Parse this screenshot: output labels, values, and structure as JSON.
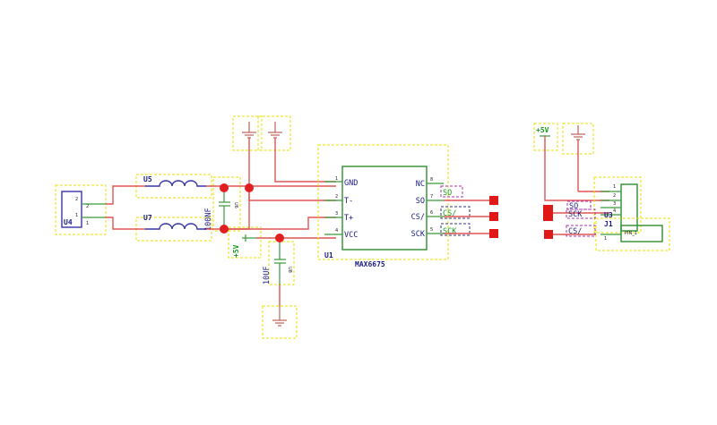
{
  "components": {
    "u1": {
      "ref": "U1",
      "value": "MAX6675",
      "pins": [
        {
          "num": "1",
          "name": "GND"
        },
        {
          "num": "2",
          "name": "T-"
        },
        {
          "num": "3",
          "name": "T+"
        },
        {
          "num": "4",
          "name": "VCC"
        },
        {
          "num": "8",
          "name": "NC"
        },
        {
          "num": "7",
          "name": "SO"
        },
        {
          "num": "6",
          "name": "CS/"
        },
        {
          "num": "5",
          "name": "SCK"
        }
      ]
    },
    "u4": {
      "ref": "U4",
      "pins": [
        "2",
        "1"
      ]
    },
    "u5": {
      "ref": "U5"
    },
    "u7": {
      "ref": "U7"
    },
    "u6": {
      "ref": "U6",
      "value": "100NF"
    },
    "u8": {
      "ref": "U8",
      "value": "10UF"
    },
    "u3": {
      "ref": "U3",
      "pins": [
        "1",
        "2",
        "3",
        "4"
      ]
    },
    "j1": {
      "ref": "J1",
      "value": "PIN_1",
      "pin": "1"
    }
  },
  "nets": {
    "so": "SO",
    "cs": "CS/",
    "sck": "SCK",
    "vcc": "+5V"
  },
  "colors": {
    "wire": "#e05555",
    "pin": "#3a9a3a",
    "selection": "#e8e000",
    "text": "#1c1c80",
    "net_label": "#1a9a1a",
    "junction": "#e02020"
  }
}
